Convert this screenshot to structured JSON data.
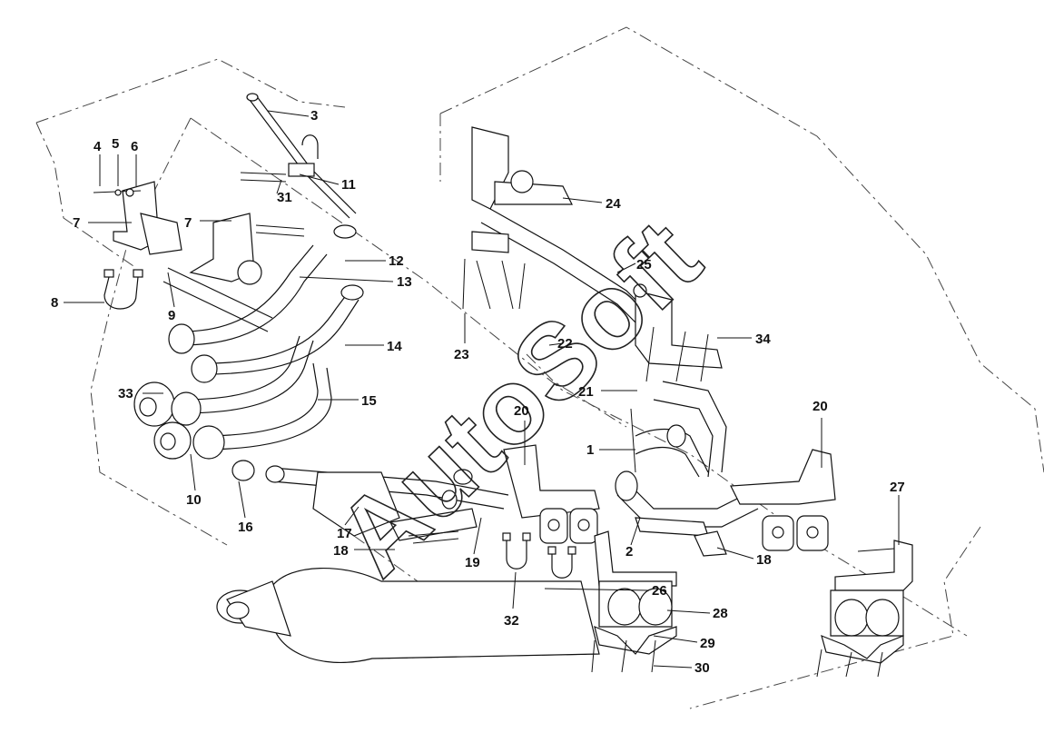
{
  "watermark": "AutoSoft",
  "callouts": {
    "c1": "1",
    "c2": "2",
    "c3": "3",
    "c4": "4",
    "c5": "5",
    "c6": "6",
    "c7a": "7",
    "c7b": "7",
    "c8": "8",
    "c9": "9",
    "c10": "10",
    "c11": "11",
    "c12": "12",
    "c13": "13",
    "c14": "14",
    "c15": "15",
    "c16": "16",
    "c17": "17",
    "c18a": "18",
    "c18b": "18",
    "c19": "19",
    "c20a": "20",
    "c20b": "20",
    "c21": "21",
    "c22": "22",
    "c23": "23",
    "c24": "24",
    "c25": "25",
    "c26": "26",
    "c27": "27",
    "c28": "28",
    "c29": "29",
    "c30": "30",
    "c31": "31",
    "c32": "32",
    "c33": "33",
    "c34": "34"
  }
}
